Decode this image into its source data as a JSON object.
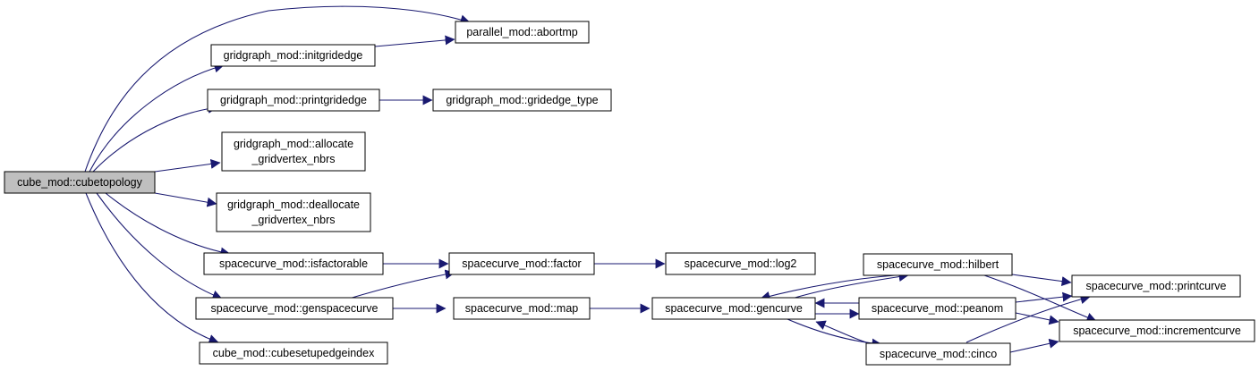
{
  "graph": {
    "arrow_color": "#191970",
    "root_fill": "#bfbfbf",
    "nodes": {
      "cubetopology": [
        "cube_mod::cubetopology"
      ],
      "abortmp": [
        "parallel_mod::abortmp"
      ],
      "initgridedge": [
        "gridgraph_mod::initgridedge"
      ],
      "printgridedge": [
        "gridgraph_mod::printgridedge"
      ],
      "gridedge_type": [
        "gridgraph_mod::gridedge_type"
      ],
      "allocate_nbrs": [
        "gridgraph_mod::allocate",
        "_gridvertex_nbrs"
      ],
      "deallocate_nbrs": [
        "gridgraph_mod::deallocate",
        "_gridvertex_nbrs"
      ],
      "isfactorable": [
        "spacecurve_mod::isfactorable"
      ],
      "factor": [
        "spacecurve_mod::factor"
      ],
      "log2": [
        "spacecurve_mod::log2"
      ],
      "genspacecurve": [
        "spacecurve_mod::genspacecurve"
      ],
      "map": [
        "spacecurve_mod::map"
      ],
      "gencurve": [
        "spacecurve_mod::gencurve"
      ],
      "hilbert": [
        "spacecurve_mod::hilbert"
      ],
      "peanom": [
        "spacecurve_mod::peanom"
      ],
      "cinco": [
        "spacecurve_mod::cinco"
      ],
      "printcurve": [
        "spacecurve_mod::printcurve"
      ],
      "incrementcurve": [
        "spacecurve_mod::incrementcurve"
      ],
      "cubesetupedgeindex": [
        "cube_mod::cubesetupedgeindex"
      ]
    }
  }
}
